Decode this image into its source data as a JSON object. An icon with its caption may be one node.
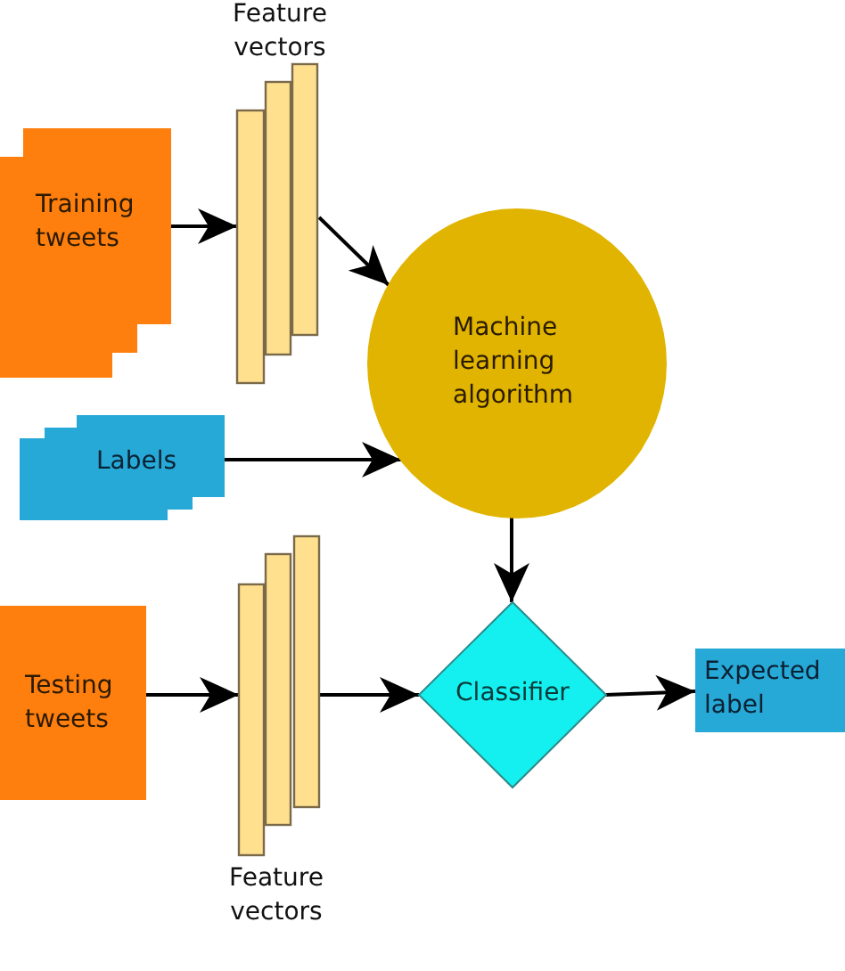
{
  "diagram": {
    "nodes": [
      {
        "text": [
          "Training tweets"
        ]
      },
      {
        "text": [
          "Feature vectors"
        ]
      },
      {
        "text": [
          "Machine learning algorithm"
        ]
      },
      {
        "text": [
          "Labels"
        ]
      },
      {
        "text": [
          "Testing tweets"
        ]
      },
      {
        "text": [
          "Feature vectors"
        ]
      },
      {
        "text": [
          "Classifier"
        ]
      },
      {
        "text": [
          "Expected label"
        ]
      }
    ],
    "edges": [
      {
        "from": 0,
        "to": 1,
        "arrow": "to"
      },
      {
        "from": 1,
        "to": 2,
        "arrow": "to"
      },
      {
        "from": 3,
        "to": 2,
        "arrow": "to"
      },
      {
        "from": 2,
        "to": 6,
        "arrow": "to"
      },
      {
        "from": 4,
        "to": 5,
        "arrow": "to"
      },
      {
        "from": 5,
        "to": 6,
        "arrow": "to"
      },
      {
        "from": 6,
        "to": 7,
        "arrow": "to"
      }
    ]
  }
}
